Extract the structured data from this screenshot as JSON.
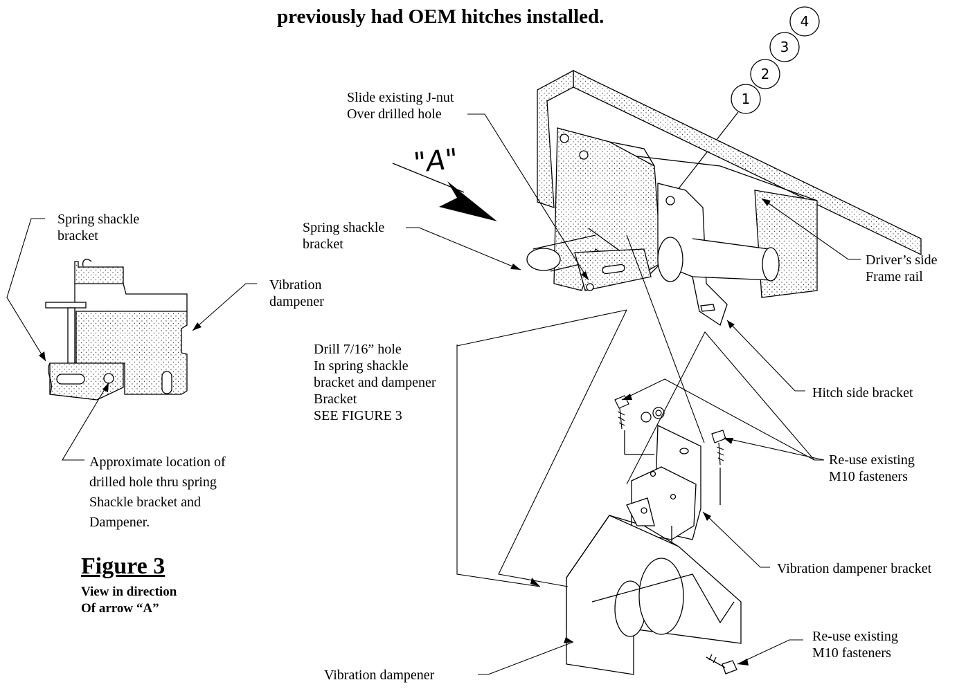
{
  "title": "previously had OEM hitches installed.",
  "balloons": [
    "1",
    "2",
    "3",
    "4"
  ],
  "arrow_label": "\"A\"",
  "labels": {
    "slide_jnut": [
      "Slide existing J-nut",
      "Over drilled hole"
    ],
    "spring_shackle_main": [
      "Spring shackle",
      "bracket"
    ],
    "drivers_frame": [
      "Driver’s side",
      "Frame rail"
    ],
    "drill_hole": [
      "Drill 7/16” hole",
      "In spring shackle",
      "bracket and dampener",
      "Bracket",
      "SEE FIGURE 3"
    ],
    "hitch_side": "Hitch side bracket",
    "reuse_top": [
      "Re-use existing",
      "M10 fasteners"
    ],
    "vib_bracket": "Vibration dampener bracket",
    "reuse_bottom": [
      "Re-use existing",
      "M10 fasteners"
    ],
    "vib_dampener_bottom": "Vibration dampener",
    "fig_spring_shackle": [
      "Spring shackle",
      "bracket"
    ],
    "fig_vib_dampener": [
      "Vibration",
      "dampener"
    ],
    "fig_approx": [
      "Approximate location of",
      "drilled hole thru spring",
      "Shackle bracket and",
      "Dampener."
    ]
  },
  "figure": {
    "title": "Figure 3",
    "subtitle": [
      "View in direction",
      "Of arrow “A”"
    ]
  }
}
